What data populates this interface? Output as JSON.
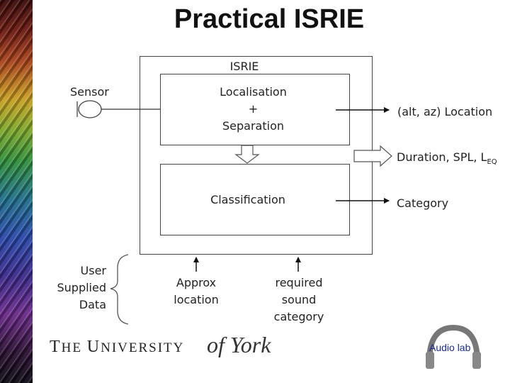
{
  "title": "Practical ISRIE",
  "diagram": {
    "outer_box_label": "ISRIE",
    "sensor_label": "Sensor",
    "localisation": {
      "line1": "Localisation",
      "line2": "+",
      "line3": "Separation"
    },
    "classification_label": "Classification",
    "outputs": {
      "location": "(alt, az) Location",
      "duration_prefix": "Duration, SPL, L",
      "duration_subscript": "EQ",
      "category": "Category"
    },
    "user_supplied": {
      "line1": "User",
      "line2": "Supplied",
      "line3": "Data"
    },
    "approx": {
      "line1": "Approx",
      "line2": "location"
    },
    "required": {
      "line1": "required",
      "line2": "sound",
      "line3": "category"
    }
  },
  "footer": {
    "university_part1": "T",
    "university_part2": "HE ",
    "university_part3": "U",
    "university_part4": "NIVERSITY",
    "university_of": "of York",
    "audio_lab": "Audio lab"
  },
  "colors": {
    "text": "#1a1a1a",
    "accent_link": "#1a2a9a"
  }
}
